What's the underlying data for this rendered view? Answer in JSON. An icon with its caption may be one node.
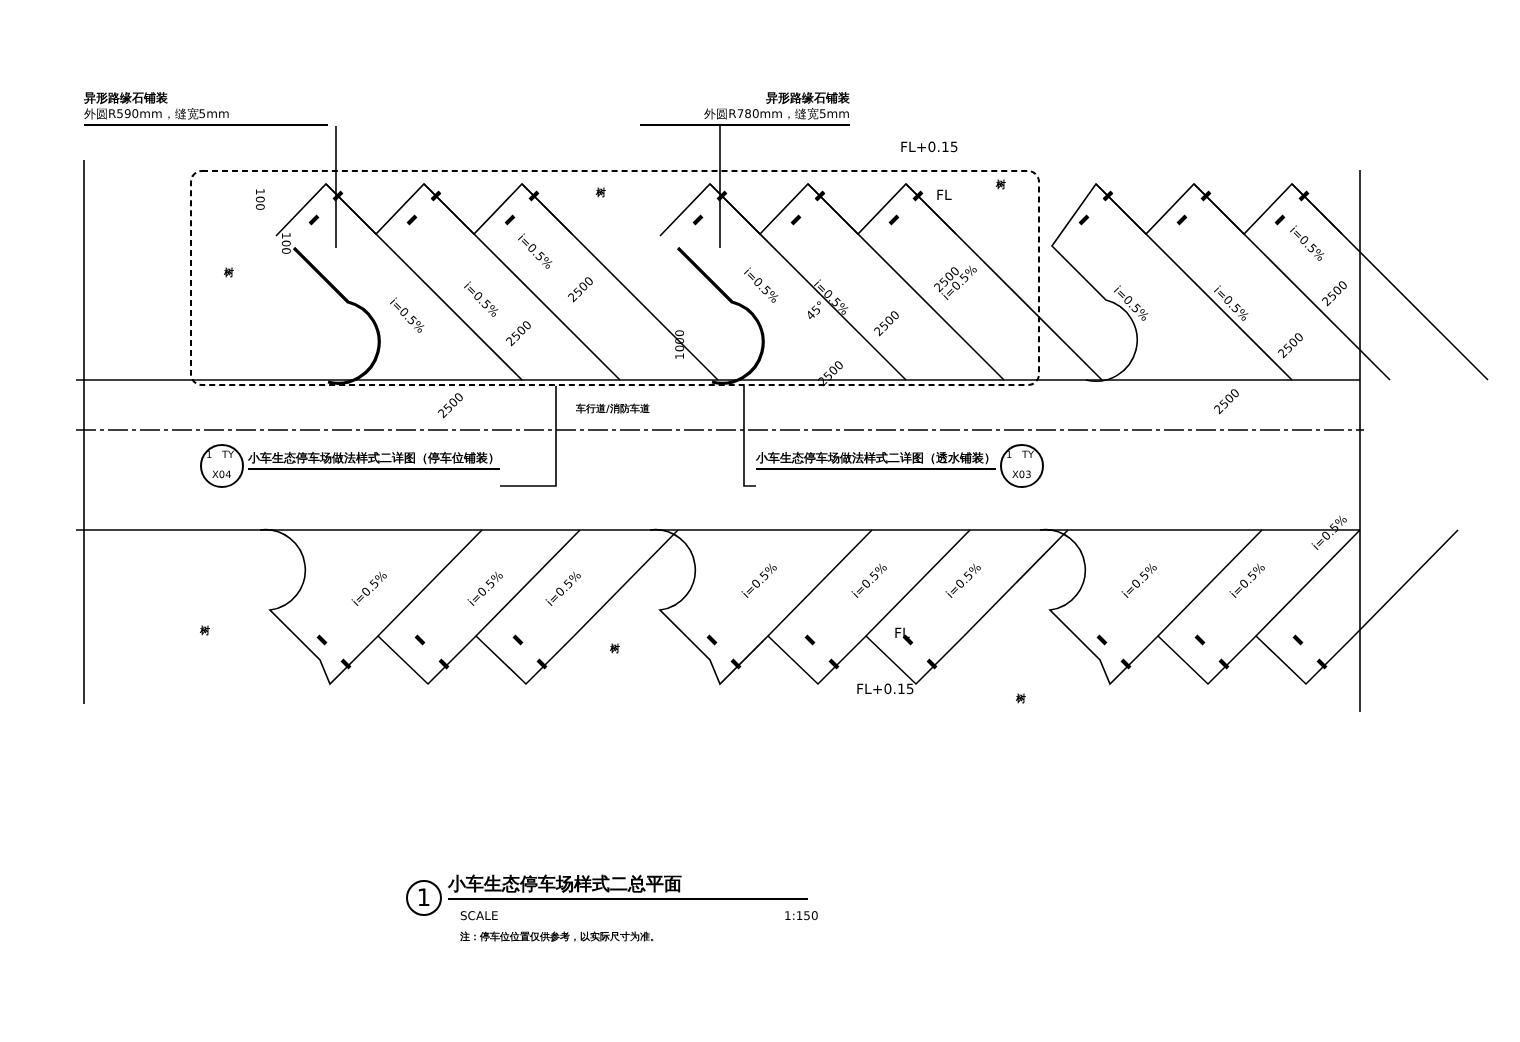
{
  "diagram": {
    "title": "小车生态停车场样式二总平面",
    "nodes": [
      {
        "text": [
          "异形路缘石铺装",
          "外圆R590mm，缝宽5mm"
        ]
      },
      {
        "text": [
          "异形路缘石铺装",
          "外圆R780mm，缝宽5mm"
        ]
      },
      {
        "text": [],
        "shape": "box"
      },
      {
        "text": [
          "1",
          "TY",
          "X04"
        ],
        "beside": [
          "小车生态停车场做法样式二详图（停车位铺装）"
        ]
      },
      {
        "text": [
          "1",
          "TY",
          "X03"
        ],
        "beside": [
          "小车生态停车场做法样式二详图（透水铺装）"
        ]
      },
      {
        "text": [],
        "shape": "circle",
        "in": 2
      },
      {
        "text": [],
        "shape": "circle",
        "in": 2
      }
    ],
    "edges": [
      {
        "from": 0,
        "to": 5,
        "arrow": "none"
      },
      {
        "from": 1,
        "to": 6,
        "arrow": "none"
      },
      {
        "from": 3,
        "to": 2,
        "arrow": "none"
      },
      {
        "from": 4,
        "to": 2,
        "arrow": "none"
      }
    ],
    "labels": [
      "100",
      "100",
      "树",
      "树",
      "树",
      "FL+0.15",
      "FL",
      "i=0.5%",
      "i=0.5%",
      "i=0.5%",
      "i=0.5%",
      "i=0.5%",
      "i=0.5%",
      "i=0.5%",
      "i=0.5%",
      "i=0.5%",
      "2500",
      "2500",
      "2500",
      "45°",
      "1000",
      "2500",
      "2500",
      "2500",
      "2500",
      "2500",
      "2500",
      "车行道/消防车道",
      "i=0.5%",
      "i=0.5%",
      "i=0.5%",
      "i=0.5%",
      "i=0.5%",
      "i=0.5%",
      "i=0.5%",
      "i=0.5%",
      "i=0.5%",
      "树",
      "树",
      "树",
      "FL",
      "FL+0.15",
      "1",
      "SCALE",
      "1:150",
      "注：停车位位置仅供参考，以实际尺寸为准。"
    ]
  }
}
